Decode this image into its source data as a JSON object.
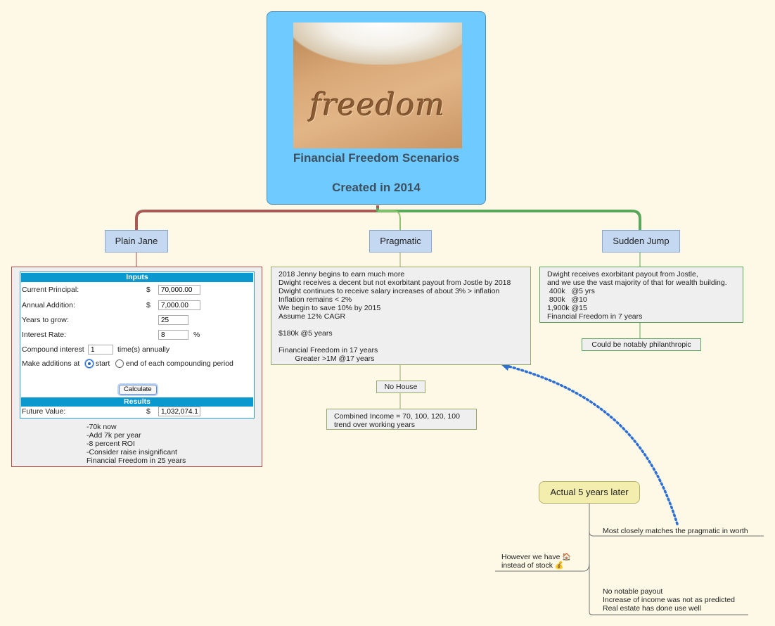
{
  "root": {
    "image_word": "freedom",
    "title": "Financial Freedom Scenarios",
    "subtitle": "Created in 2014"
  },
  "branches": {
    "plain_jane": {
      "label": "Plain Jane",
      "calculator": {
        "inputs_header": "Inputs",
        "current_principal_label": "Current Principal:",
        "current_principal_currency": "$",
        "current_principal_value": "70,000.00",
        "annual_addition_label": "Annual Addition:",
        "annual_addition_currency": "$",
        "annual_addition_value": "7,000.00",
        "years_label": "Years to grow:",
        "years_value": "25",
        "interest_label": "Interest Rate:",
        "interest_value": "8",
        "interest_unit": "%",
        "compound_label": "Compound interest",
        "compound_value": "1",
        "compound_suffix": "time(s) annually",
        "additions_label": "Make additions at",
        "option_start": "start",
        "option_end": "end of each compounding period",
        "calculate_button": "Calculate",
        "results_header": "Results",
        "future_value_label": "Future Value:",
        "future_value_currency": "$",
        "future_value": "1,032,074.1"
      },
      "notes": "-70k now\n-Add 7k per year\n-8 percent ROI\n-Consider raise insignificant\nFinancial Freedom in 25 years"
    },
    "pragmatic": {
      "label": "Pragmatic",
      "details": "2018 Jenny begins to earn much more\nDwight receives a decent but not exorbitant payout from Jostle by 2018\nDwight continues to receive salary increases of about 3% > inflation\nInflation remains < 2%\nWe begin to save 10% by 2015\nAssume 12% CAGR\n\n$180k @5 years\n\nFinancial Freedom in 17 years\n        Greater >1M @17 years",
      "no_house": "No House",
      "income": "Combined Income = 70, 100, 120, 100\ntrend over working years"
    },
    "sudden_jump": {
      "label": "Sudden Jump",
      "details": "Dwight receives exorbitant payout from Jostle,\nand we use the vast majority of that for wealth building.\n 400k   @5 yrs\n 800k   @10\n1,900k @15\nFinancial Freedom in 7 years",
      "philanthropic": "Could be notably philanthropic"
    }
  },
  "actual": {
    "label": "Actual 5 years later",
    "matches": "Most closely matches the pragmatic in worth",
    "however": "However we have 🏠\ninstead of stock 💰",
    "outcomes": "No notable payout\nIncrease of income was not as predicted\nReal estate has done use well"
  },
  "colors": {
    "root_fill": "#6fcbff",
    "topic_fill": "#c4d8f2",
    "left_branch": "#a85a55",
    "right_branch": "#5aa65a",
    "arrow": "#2e6fd6"
  }
}
